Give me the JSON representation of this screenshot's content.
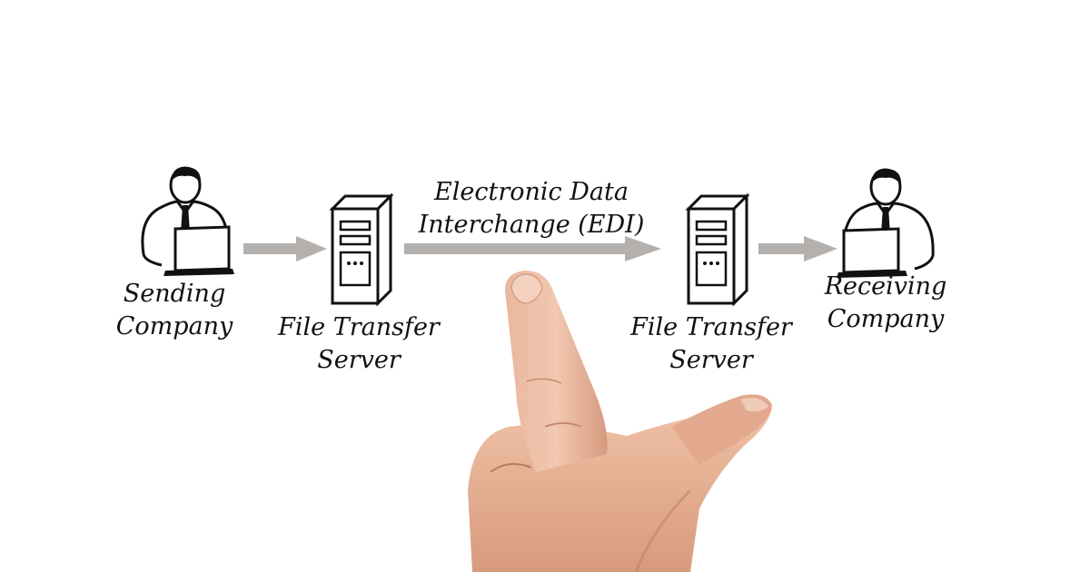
{
  "diagram": {
    "nodes": [
      {
        "id": "sender",
        "icon": "person-at-laptop-icon",
        "label_lines": [
          "Sending",
          "Company"
        ]
      },
      {
        "id": "server-1",
        "icon": "server-tower-icon",
        "label_lines": [
          "File Transfer",
          "Server"
        ]
      },
      {
        "id": "server-2",
        "icon": "server-tower-icon",
        "label_lines": [
          "File Transfer",
          "Server"
        ]
      },
      {
        "id": "receiver",
        "icon": "person-at-laptop-icon",
        "label_lines": [
          "Receiving",
          "Company"
        ]
      }
    ],
    "connection_label_lines": [
      "Electronic Data",
      "Interchange (EDI)"
    ],
    "arrow_color": "#b3b0ae",
    "hand_icon": "pointing-hand-icon"
  }
}
